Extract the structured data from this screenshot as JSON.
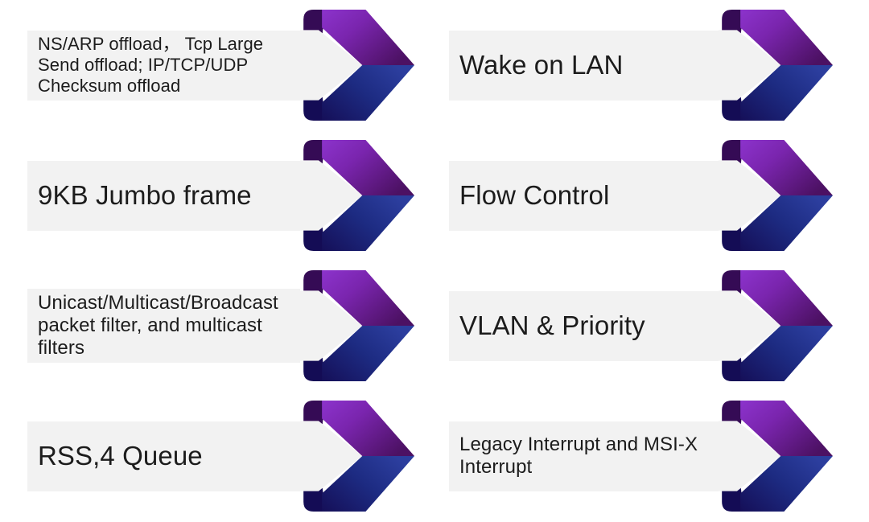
{
  "slide": {
    "background": "#ffffff",
    "layout": "2-column feature list with ribbon arrows"
  },
  "features": {
    "items": [
      {
        "label": "NS/ARP offload， Tcp Large Send offload; IP/TCP/UDP Checksum offload"
      },
      {
        "label": "Wake on LAN"
      },
      {
        "label": "9KB Jumbo frame"
      },
      {
        "label": "Flow Control"
      },
      {
        "label": "Unicast/Multicast/Broadcast packet filter, and multicast filters"
      },
      {
        "label": "VLAN & Priority"
      },
      {
        "label": "RSS,4 Queue"
      },
      {
        "label": "Legacy Interrupt and MSI-X Interrupt"
      }
    ]
  },
  "styles": {
    "label_background": "#f2f2f2",
    "label_text_color": "#1c1c1c",
    "arrow_purple_bright": "#8c33cc",
    "arrow_purple_mid": "#7a25ae",
    "arrow_purple_dark": "#4c1163",
    "arrow_fold_purple": "#350b55",
    "arrow_blue_bright": "#2c3e9e",
    "arrow_blue_mid": "#1d2b82",
    "arrow_blue_dark": "#150f58",
    "arrow_fold_navy": "#140c55"
  }
}
